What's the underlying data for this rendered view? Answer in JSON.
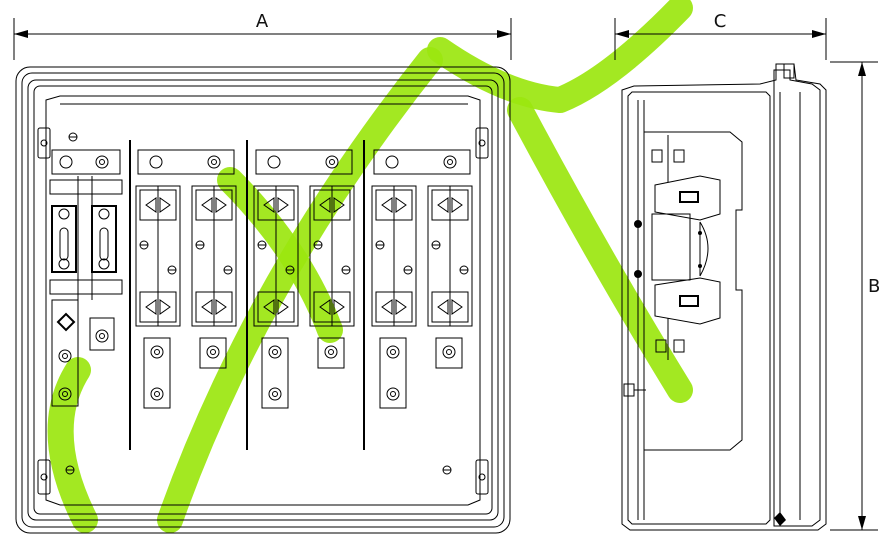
{
  "dimensions": {
    "width_label": "A",
    "depth_label": "C",
    "height_label": "B"
  },
  "colors": {
    "line": "#000000",
    "background": "#ffffff",
    "watermark": "#9be60f"
  },
  "drawing": {
    "front_view": {
      "fuse_bases_per_group": 2,
      "fuse_groups": 3,
      "neutral_links": 2
    },
    "side_view": {
      "component": "enclosure-side-profile"
    }
  }
}
